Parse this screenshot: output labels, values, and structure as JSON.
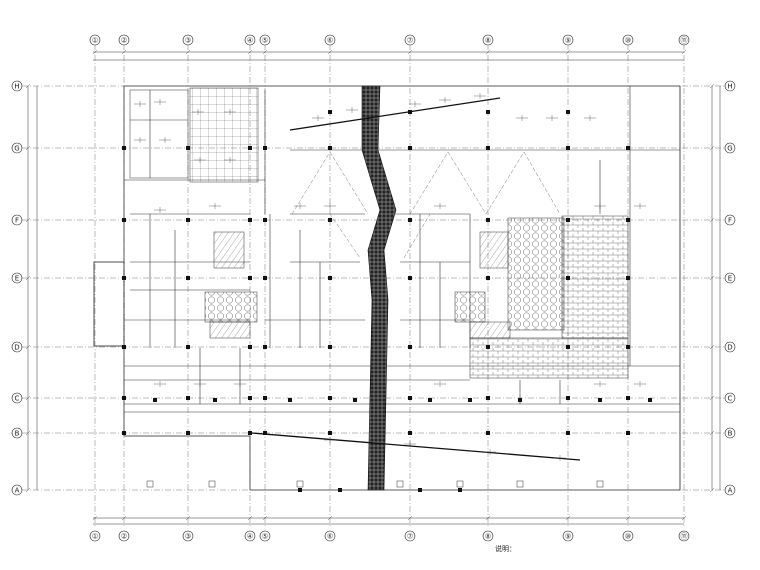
{
  "drawing": {
    "grid_cols": [
      "①",
      "②",
      "③",
      "④",
      "⑤",
      "⑥",
      "⑦",
      "⑧",
      "⑨",
      "⑩",
      "⑪"
    ],
    "grid_rows": [
      "H",
      "G",
      "F",
      "E",
      "D",
      "C",
      "B",
      "A"
    ],
    "bottom_note": "说明："
  },
  "colors": {
    "line": "#222222",
    "dash": "#666666",
    "beam": "#111111"
  }
}
